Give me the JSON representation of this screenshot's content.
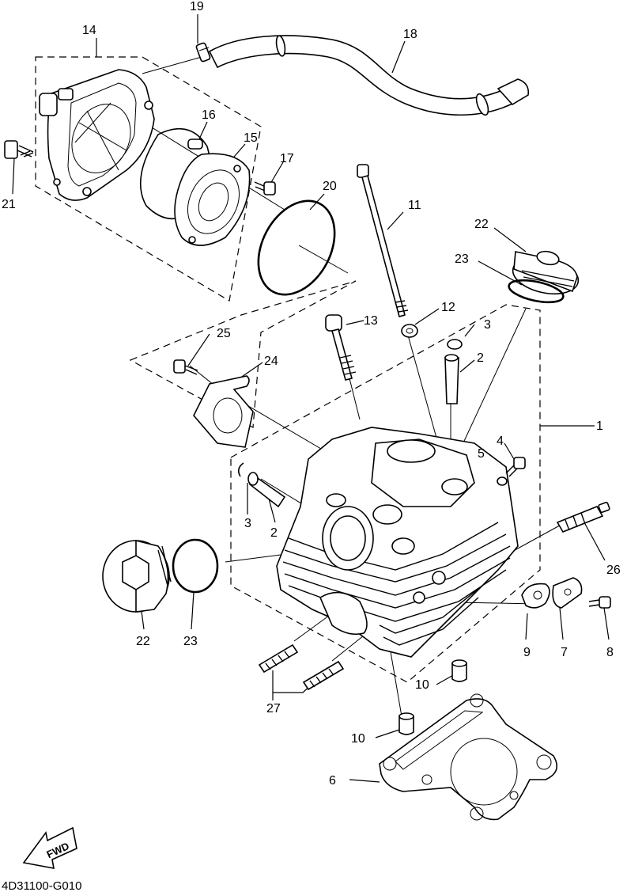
{
  "diagram_code": "4D31100-G010",
  "fwd_label": "FWD",
  "callouts": {
    "c1": "1",
    "c2a": "2",
    "c2b": "2",
    "c3a": "3",
    "c3b": "3",
    "c4": "4",
    "c5": "5",
    "c6": "6",
    "c7": "7",
    "c8": "8",
    "c9": "9",
    "c10a": "10",
    "c10b": "10",
    "c11": "11",
    "c12": "12",
    "c13": "13",
    "c14": "14",
    "c15": "15",
    "c16": "16",
    "c17": "17",
    "c18": "18",
    "c19": "19",
    "c20": "20",
    "c21": "21",
    "c22a": "22",
    "c22b": "22",
    "c23a": "23",
    "c23b": "23",
    "c24": "24",
    "c25": "25",
    "c26": "26",
    "c27": "27"
  }
}
